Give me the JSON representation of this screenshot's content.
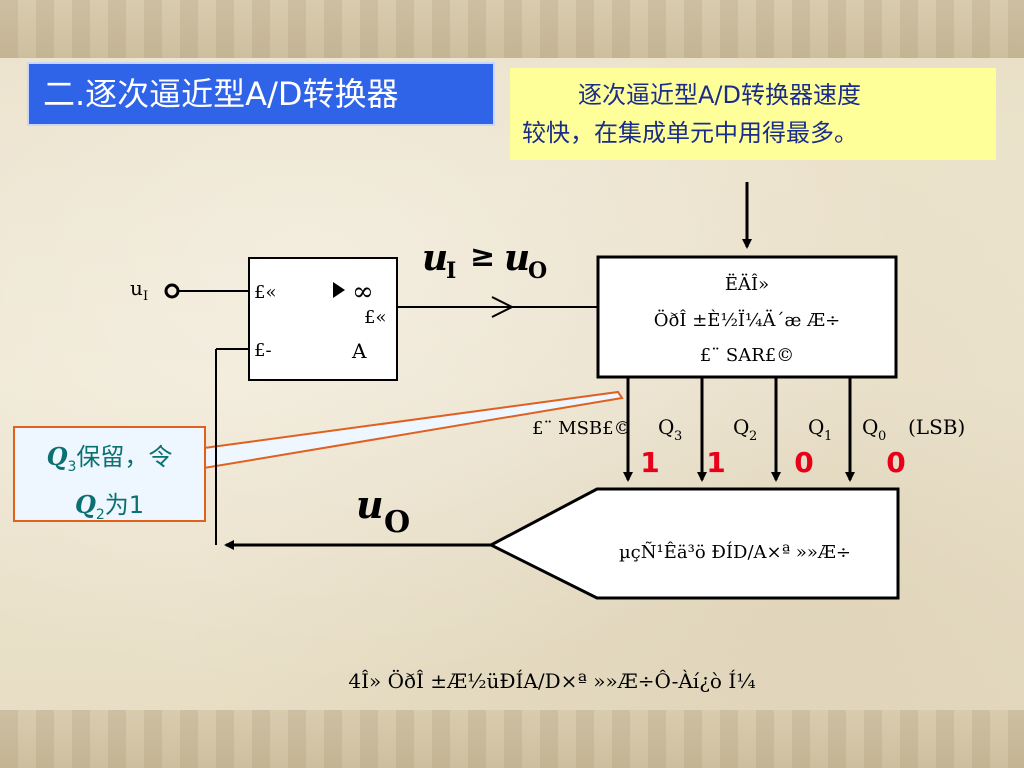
{
  "title": "二.逐次逼近型A/D转换器",
  "note": {
    "line1": "逐次逼近型A/D转换器速度",
    "line2": "较快，在集成单元中用得最多。"
  },
  "callout": {
    "q_main_1": "Q",
    "q_sub_1": "3",
    "text_1": "保留，令",
    "q_main_2": "Q",
    "q_sub_2": "2",
    "text_2": "为1"
  },
  "input": {
    "label_main": "u",
    "label_sub": "I"
  },
  "comparator": {
    "plus_1": "£«",
    "infinity": "∞",
    "plus_2": "£«",
    "minus": "£-",
    "a_label": "A"
  },
  "compare_label": {
    "u1": "u",
    "sub1": "I",
    "rel": "≥",
    "u2": "u",
    "sub2": "O"
  },
  "sar": {
    "line1": "ËÄÎ»",
    "line2": "ÖðÎ  ±È½Ï¼Ä´æ Æ÷",
    "line3": "£¨ SAR£©"
  },
  "outputs": {
    "msb": "£¨ MSB£©",
    "q": "Q",
    "q3_sub": "3",
    "q2_sub": "2",
    "q1_sub": "1",
    "q0_sub": "0",
    "lsb": "(LSB)",
    "bits": [
      "1",
      "1",
      "0",
      "0"
    ]
  },
  "feedback_label": {
    "u": "u",
    "sub": "O"
  },
  "dac": {
    "label": "µçÑ¹Êä³ö ÐÍD/A×ª »»Æ÷"
  },
  "caption": "4Î» ÖðÎ  ±Æ½üÐÍA/D×ª »»Æ÷Ô-Àí¿ò Í¼",
  "colors": {
    "title_bg": "#2f63e8",
    "note_bg": "#ffff99",
    "note_text": "#1a2d8a",
    "callout_border": "#e0601e",
    "callout_text": "#0a7070",
    "bit_color": "#e8001a"
  }
}
